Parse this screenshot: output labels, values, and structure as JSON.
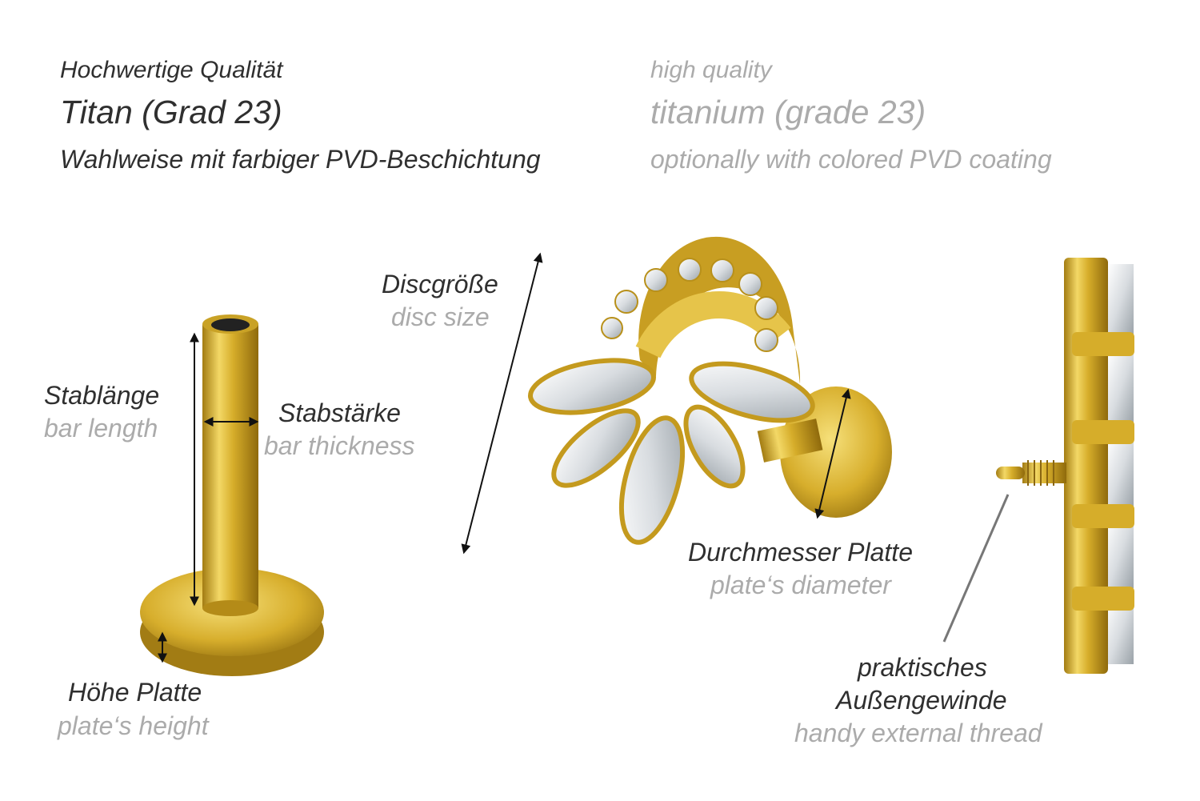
{
  "header": {
    "de": {
      "line1": "Hochwertige Qualität",
      "line2": "Titan (Grad 23)",
      "line3": "Wahlweise mit farbiger PVD-Beschichtung"
    },
    "en": {
      "line1": "high quality",
      "line2": "titanium (grade 23)",
      "line3": "optionally with colored PVD coating"
    }
  },
  "labels": {
    "bar_length": {
      "de": "Stablänge",
      "en": "bar length"
    },
    "bar_thickness": {
      "de": "Stabstärke",
      "en": "bar thickness"
    },
    "disc_size": {
      "de": "Discgröße",
      "en": "disc size"
    },
    "plate_diameter": {
      "de": "Durchmesser Platte",
      "en": "plate‘s diameter"
    },
    "plate_height": {
      "de": "Höhe Platte",
      "en": "plate‘s height"
    },
    "thread": {
      "de1": "praktisches",
      "de2": "Außengewinde",
      "en": "handy external thread"
    }
  },
  "colors": {
    "gold": "#d9b22a",
    "gold_dark": "#a07a10",
    "gold_light": "#f5dc6a",
    "text_dark": "#2f2f2f",
    "text_light": "#ababab"
  }
}
